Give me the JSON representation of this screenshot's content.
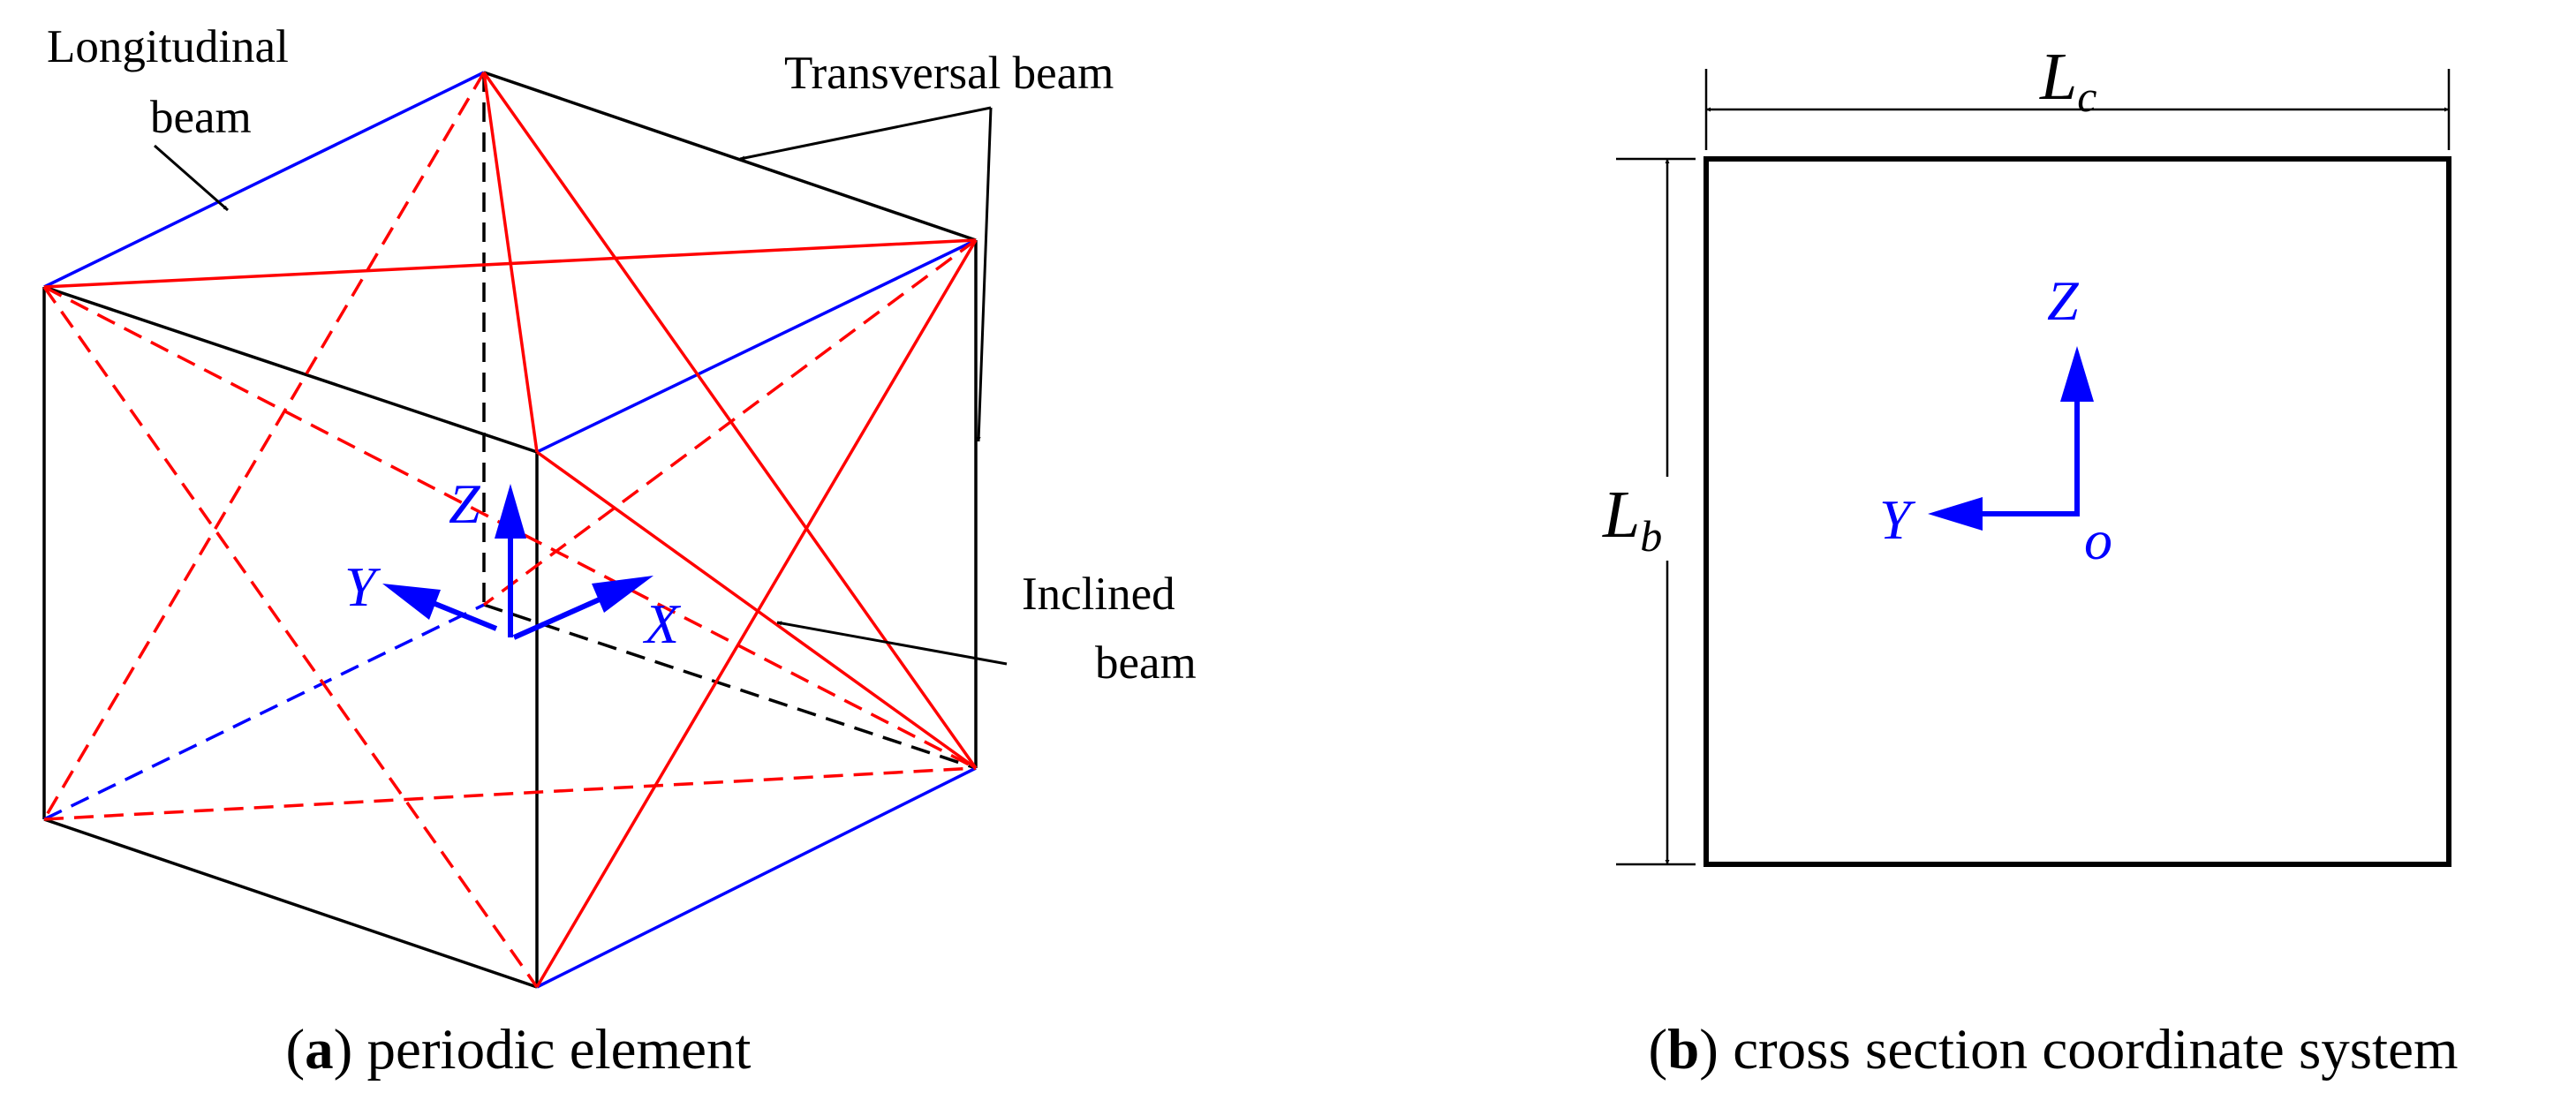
{
  "panel_a": {
    "labels": {
      "longitudinal_line1": "Longitudinal",
      "longitudinal_line2": "beam",
      "transversal": "Transversal beam",
      "inclined_line1": "Inclined",
      "inclined_line2": "beam"
    },
    "axes": {
      "z": "Z",
      "y": "Y",
      "x": "X"
    },
    "caption": {
      "tag": "a",
      "text": "periodic element"
    }
  },
  "panel_b": {
    "dimension_c": {
      "main": "L",
      "sub": "c"
    },
    "dimension_b": {
      "main": "L",
      "sub": "b"
    },
    "axes": {
      "z": "Z",
      "y": "Y",
      "origin": "o"
    },
    "caption": {
      "tag": "b",
      "text": "cross section coordinate system"
    }
  },
  "colors": {
    "longitudinal": "#0000ff",
    "inclined": "#ff0000",
    "transversal": "#000000",
    "axes": "#0000ff"
  },
  "icons": {
    "arrowhead": "filled-triangle-arrowhead"
  }
}
